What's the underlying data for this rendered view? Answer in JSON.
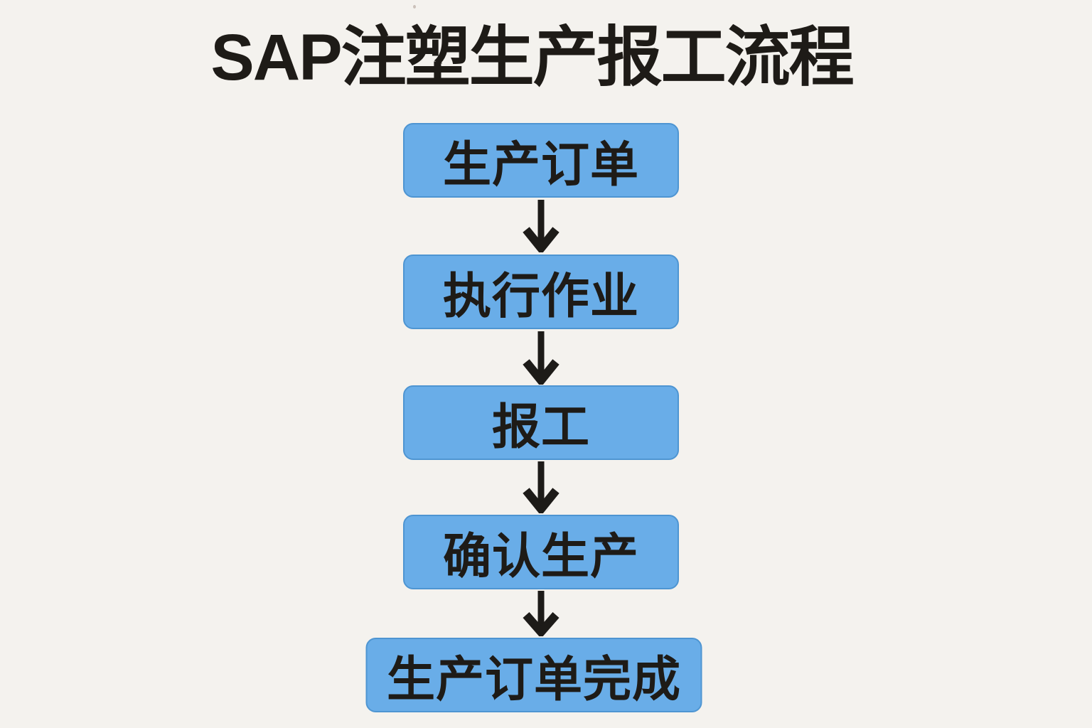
{
  "page": {
    "title": "SAP注塑生产报工流程",
    "background_color": "#f4f2ee",
    "title_color": "#1e1b17"
  },
  "flow": {
    "box_fill_color": "#69ade8",
    "box_border_color": "#4e95d2",
    "box_text_color": "#1e1b17",
    "arrow_color": "#1d1b18",
    "steps": [
      {
        "label": "生产订单"
      },
      {
        "label": "执行作业"
      },
      {
        "label": "报工"
      },
      {
        "label": "确认生产"
      },
      {
        "label": "生产订单完成"
      }
    ]
  }
}
